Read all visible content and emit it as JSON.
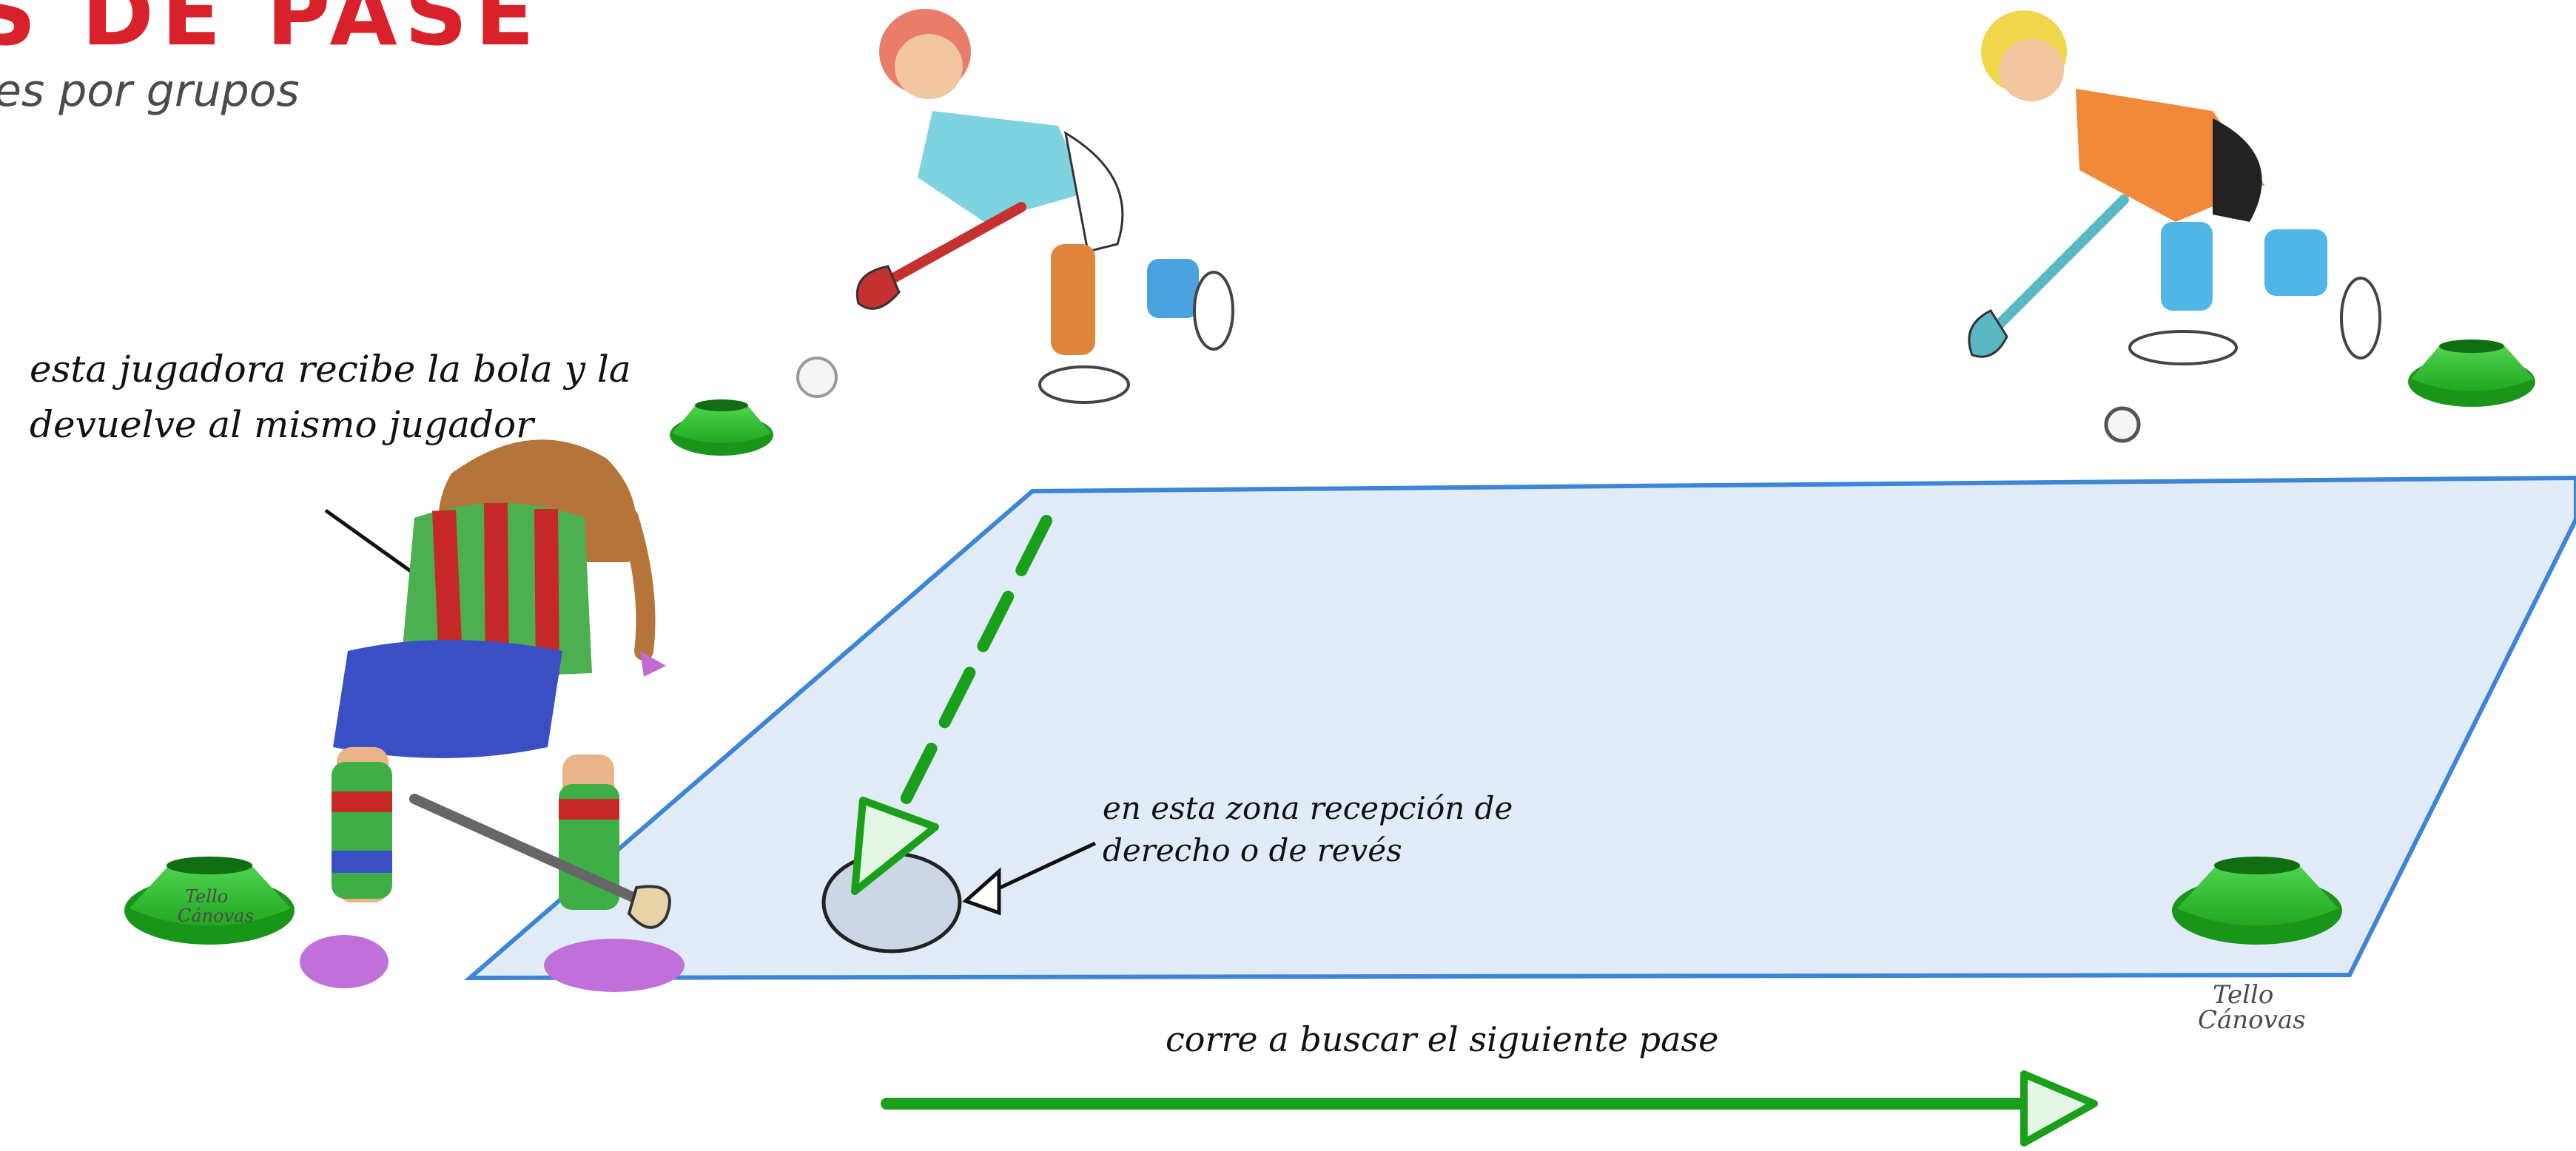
{
  "header": {
    "title": "S DE PASE",
    "subtitle": "es por grupos"
  },
  "annotations": {
    "player_note": "esta jugadora recibe la bola y la devuelve al mismo jugador",
    "zone_note": "en esta zona recepción de derecho o de revés",
    "run_note": "corre a buscar el siguiente pase"
  },
  "signatures": {
    "artist_line1": "Tello",
    "artist_line2": "Cánovas"
  },
  "colors": {
    "title_red": "#d8212a",
    "field_fill": "#e2ecf8",
    "field_border": "#3d85d6",
    "arrow_green": "#1a9f1a",
    "cone_green": "#2ec22e"
  },
  "icons": {
    "cones": "training-cone-icon",
    "ball": "hockey-ball-icon",
    "arrow": "arrow-right-icon"
  }
}
